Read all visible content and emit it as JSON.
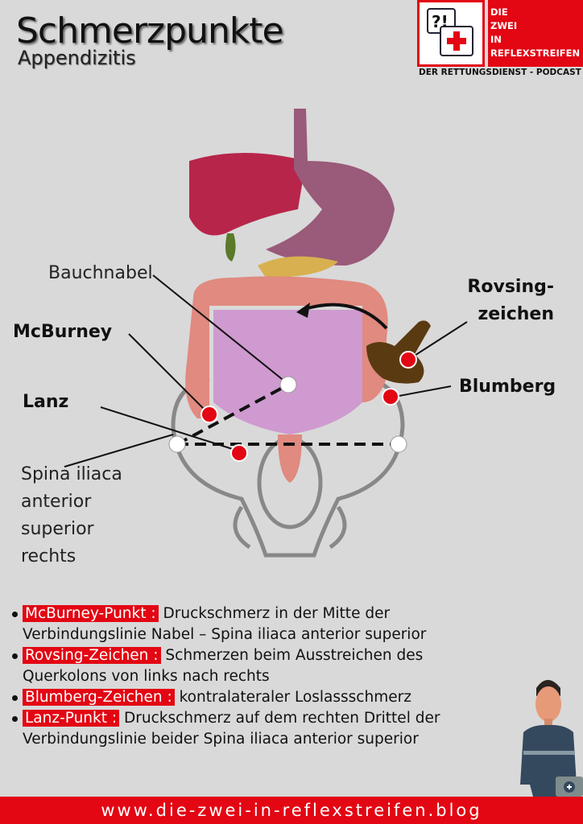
{
  "header": {
    "title": "Schmerzpunkte",
    "subtitle": "Appendizitis"
  },
  "logo": {
    "icon": "?!",
    "line1": "DIE",
    "line2": "ZWEI",
    "line3": "IN",
    "line4": "REFLEXSTREIFEN",
    "tagline": "DER RETTUNGSDIENST - PODCAST"
  },
  "labels": {
    "bauchnabel": "Bauchnabel",
    "mcburney": "McBurney",
    "lanz": "Lanz",
    "spina": [
      "Spina iliaca",
      "anterior",
      "superior",
      "rechts"
    ],
    "rovsing1": "Rovsing-",
    "rovsing2": "zeichen",
    "blumberg": "Blumberg"
  },
  "list": [
    {
      "tag": "McBurney-Punkt :",
      "text": "Druckschmerz in der Mitte der",
      "text2": "Verbindungslinie Nabel – Spina iliaca anterior superior"
    },
    {
      "tag": "Rovsing-Zeichen :",
      "text": "Schmerzen beim Ausstreichen des",
      "text2": "Querkolons von links nach rechts"
    },
    {
      "tag": "Blumberg-Zeichen :",
      "text": "kontralateraler Loslassschmerz",
      "text2": ""
    },
    {
      "tag": "Lanz-Punkt :",
      "text": "Druckschmerz auf dem rechten Drittel der",
      "text2": "Verbindungslinie beider Spina iliaca anterior superior"
    }
  ],
  "footer": "www.die-zwei-in-reflexstreifen.blog",
  "colors": {
    "accent": "#e30613",
    "bg": "#d9d9d9"
  }
}
